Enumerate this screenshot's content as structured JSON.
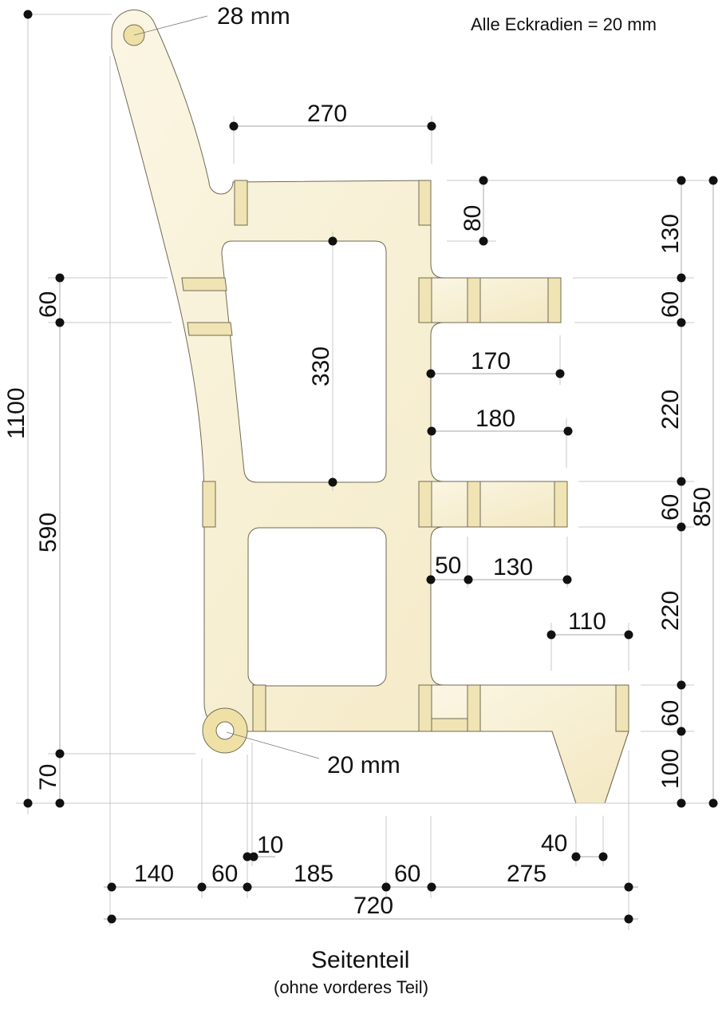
{
  "note": "Alle Eckradien = 20 mm",
  "title": "Seitenteil",
  "subtitle": "(ohne vorderes Teil)",
  "callouts": {
    "top_hole": "28 mm",
    "bottom_hole": "20 mm"
  },
  "dimensions": {
    "horizontal": {
      "top_width": "270",
      "arm1_length": "170",
      "arm2_length": "180",
      "arm3_offset": "50",
      "arm3_length": "130",
      "foot_top": "110",
      "foot_bottom": "40",
      "bottom_10": "10",
      "bottom_140": "140",
      "bottom_60a": "60",
      "bottom_185": "185",
      "bottom_60b": "60",
      "bottom_275": "275",
      "overall_width": "720"
    },
    "vertical": {
      "slot_80": "80",
      "right_130": "130",
      "right_60a": "60",
      "right_220a": "220",
      "right_60b": "60",
      "right_220b": "220",
      "right_60c": "60",
      "right_100": "100",
      "right_total_850": "850",
      "left_60": "60",
      "left_590": "590",
      "left_70": "70",
      "overall_height": "1100",
      "inner_330": "330"
    }
  },
  "colors": {
    "wood_light": "#fbf6e4",
    "wood_mid": "#f5ecc9",
    "slot": "#f0e4b4",
    "boss": "#efe0a6",
    "outline": "#6f6a55",
    "dimension_line": "#b8b8b8",
    "dot": "#111111"
  }
}
